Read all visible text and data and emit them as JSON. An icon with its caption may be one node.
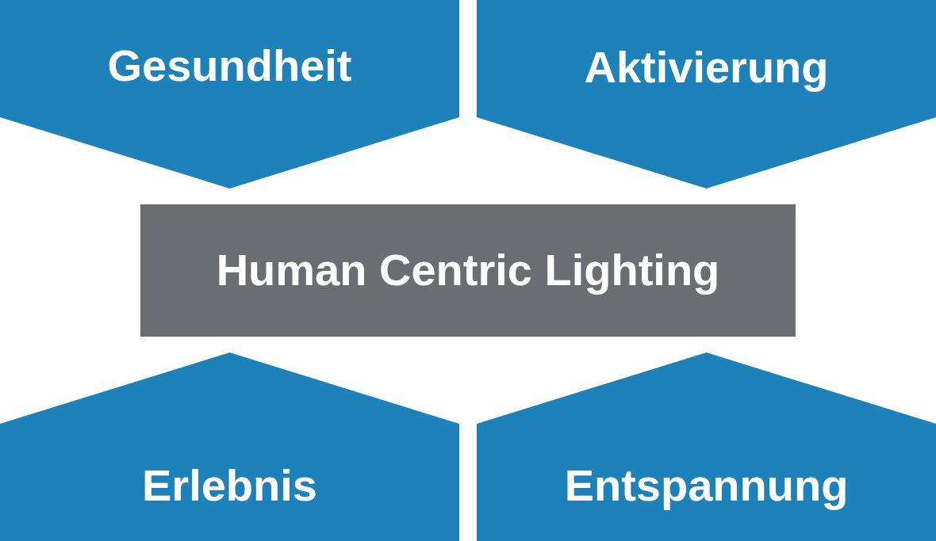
{
  "diagram": {
    "nodes": [
      {
        "text": [
          "Gesundheit"
        ]
      },
      {
        "text": [
          "Aktivierung"
        ]
      },
      {
        "text": [
          "Human Centric Lighting"
        ]
      },
      {
        "text": [
          "Erlebnis"
        ]
      },
      {
        "text": [
          "Entspannung"
        ]
      }
    ]
  }
}
